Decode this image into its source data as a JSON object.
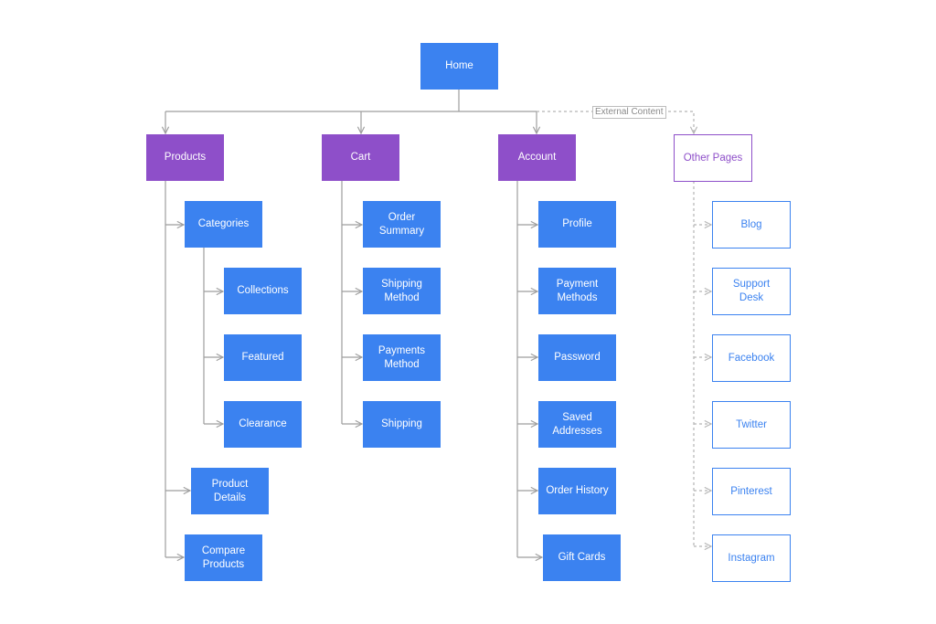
{
  "colors": {
    "primary": "#3b82f0",
    "section": "#8e4fc9",
    "connector": "#9e9e9e",
    "external_connector": "#b5b5b5"
  },
  "external_label": "External Content",
  "home": "Home",
  "products": {
    "title": "Products",
    "categories": "Categories",
    "category_children": [
      "Collections",
      "Featured",
      "Clearance"
    ],
    "product_details": "Product\nDetails",
    "compare_products": "Compare\nProducts"
  },
  "cart": {
    "title": "Cart",
    "items": [
      "Order\nSummary",
      "Shipping\nMethod",
      "Payments\nMethod",
      "Shipping"
    ]
  },
  "account": {
    "title": "Account",
    "items": [
      "Profile",
      "Payment\nMethods",
      "Password",
      "Saved\nAddresses",
      "Order History",
      "Gift Cards"
    ]
  },
  "other_pages": {
    "title": "Other Pages",
    "items": [
      "Blog",
      "Support\nDesk",
      "Facebook",
      "Twitter",
      "Pinterest",
      "Instagram"
    ]
  }
}
